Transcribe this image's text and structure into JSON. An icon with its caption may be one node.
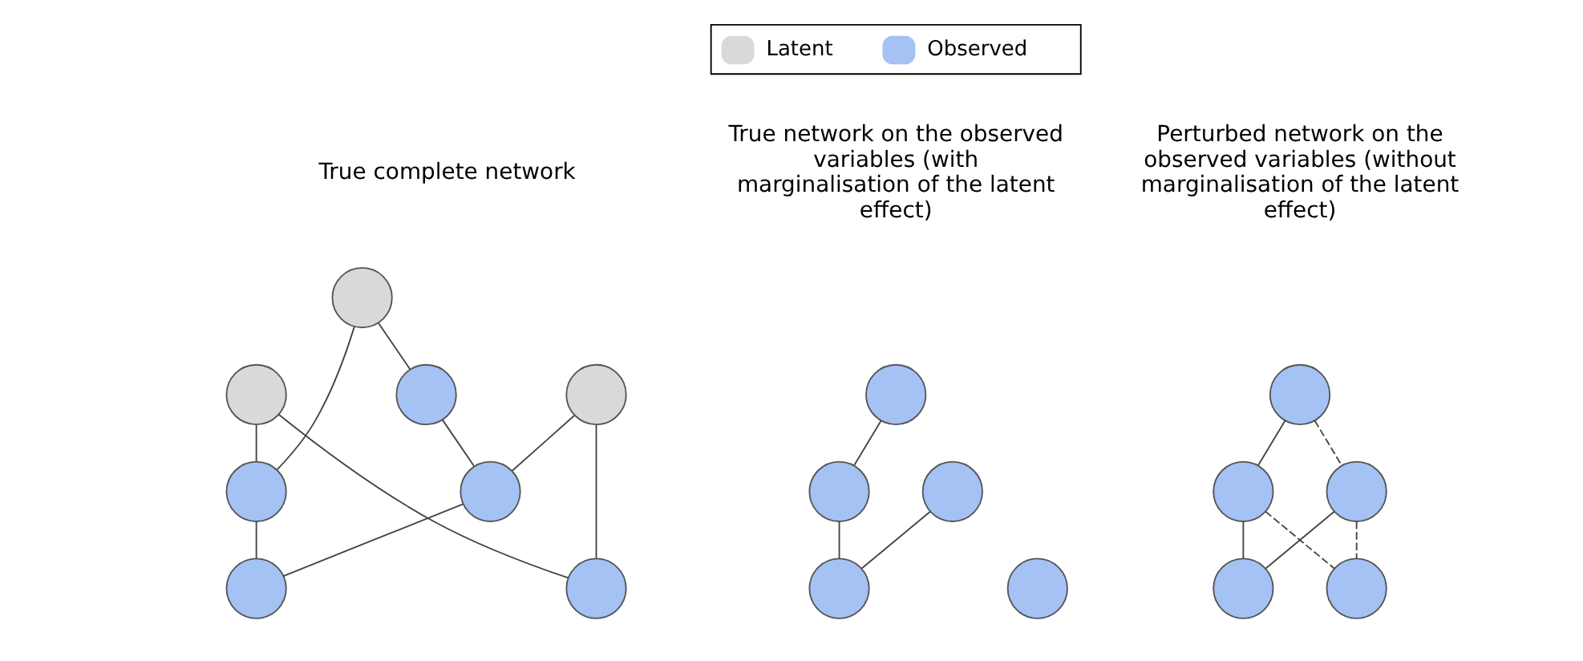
{
  "diagram": {
    "nodes": [
      {
        "text": [],
        "shape": "circle"
      },
      {
        "text": [],
        "shape": "circle"
      },
      {
        "text": [],
        "shape": "circle"
      },
      {
        "text": [],
        "shape": "circle"
      },
      {
        "text": [],
        "shape": "circle"
      },
      {
        "text": [],
        "shape": "circle"
      },
      {
        "text": [],
        "shape": "circle"
      },
      {
        "text": [],
        "shape": "circle"
      },
      {
        "text": [],
        "shape": "circle"
      },
      {
        "text": [],
        "shape": "circle"
      },
      {
        "text": [],
        "shape": "circle"
      },
      {
        "text": [],
        "shape": "circle"
      },
      {
        "text": [],
        "shape": "circle"
      },
      {
        "text": [],
        "shape": "circle"
      },
      {
        "text": [],
        "shape": "circle"
      },
      {
        "text": [],
        "shape": "circle"
      },
      {
        "text": [],
        "shape": "circle"
      },
      {
        "text": [],
        "shape": "circle"
      }
    ],
    "edges": [
      {
        "from": 0,
        "to": 4,
        "arrow": "none"
      },
      {
        "from": 0,
        "to": 7,
        "arrow": "none"
      },
      {
        "from": 1,
        "to": 3,
        "arrow": "none"
      },
      {
        "from": 1,
        "to": 5,
        "arrow": "none"
      },
      {
        "from": 2,
        "to": 5,
        "arrow": "none"
      },
      {
        "from": 2,
        "to": 7,
        "arrow": "none"
      },
      {
        "from": 3,
        "to": 4,
        "arrow": "none"
      },
      {
        "from": 4,
        "to": 6,
        "arrow": "none"
      },
      {
        "from": 5,
        "to": 6,
        "arrow": "none"
      },
      {
        "from": 8,
        "to": 9,
        "arrow": "none"
      },
      {
        "from": 9,
        "to": 11,
        "arrow": "none"
      },
      {
        "from": 10,
        "to": 11,
        "arrow": "none"
      },
      {
        "from": 13,
        "to": 14,
        "arrow": "none"
      },
      {
        "from": 14,
        "to": 16,
        "arrow": "none"
      },
      {
        "from": 15,
        "to": 16,
        "arrow": "none"
      },
      {
        "from": 13,
        "to": 15,
        "arrow": "none",
        "style": "dashed"
      },
      {
        "from": 14,
        "to": 17,
        "arrow": "none",
        "style": "dashed"
      },
      {
        "from": 15,
        "to": 17,
        "arrow": "none",
        "style": "dashed"
      }
    ],
    "labels": [
      "True complete network",
      "True network on the observed variables (with marginalisation of the latent effect)",
      "Perturbed network on the observed variables (without marginalisation of the latent effect)"
    ],
    "legend": [
      {
        "text": "Latent",
        "color": "#d9d9d9"
      },
      {
        "text": "Observed",
        "color": "#a4c2f4"
      }
    ]
  }
}
